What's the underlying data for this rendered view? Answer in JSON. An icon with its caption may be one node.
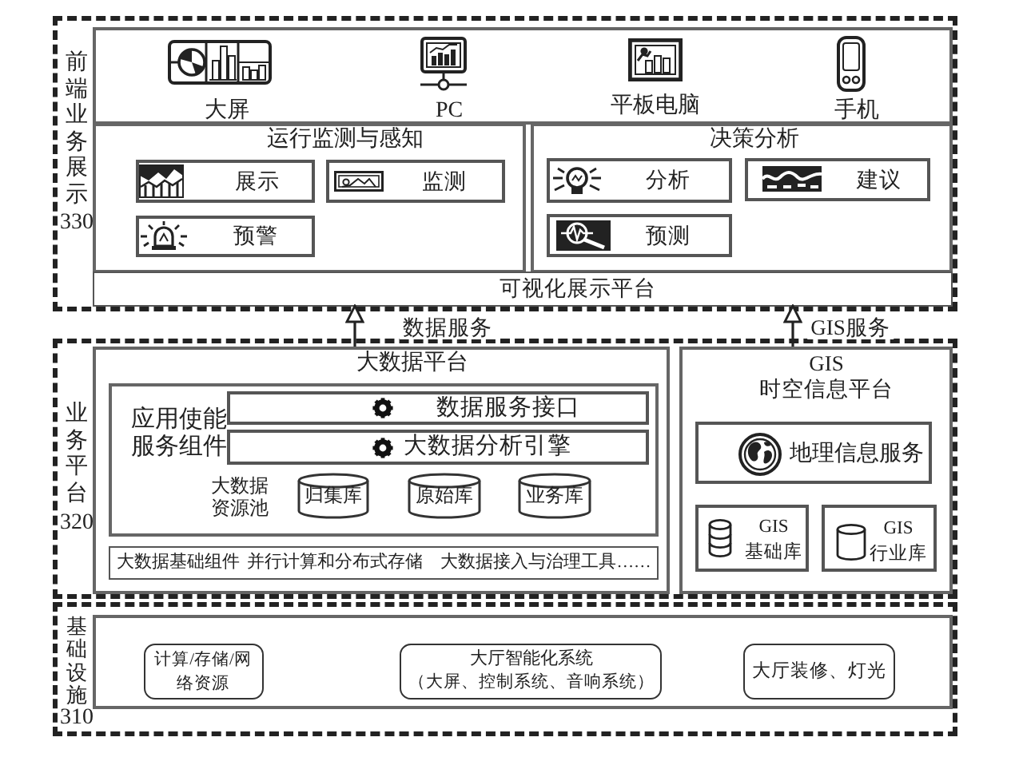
{
  "diagram": {
    "nodes": [
      {
        "text": [
          "前端业务展示",
          "330"
        ]
      },
      {
        "text": [
          "大屏",
          "PC",
          "平板电脑",
          "手机"
        ],
        "in": 0
      },
      {
        "text": [
          "运行监测与感知"
        ],
        "in": 0
      },
      {
        "text": [
          "展示"
        ],
        "in": 2
      },
      {
        "text": [
          "监测"
        ],
        "in": 2
      },
      {
        "text": [
          "预警"
        ],
        "in": 2
      },
      {
        "text": [
          "决策分析"
        ],
        "in": 0
      },
      {
        "text": [
          "分析"
        ],
        "in": 6
      },
      {
        "text": [
          "建议"
        ],
        "in": 6
      },
      {
        "text": [
          "预测"
        ],
        "in": 6
      },
      {
        "text": [
          "可视化展示平台"
        ],
        "in": 0
      },
      {
        "text": [
          "业务平台",
          "320"
        ]
      },
      {
        "text": [
          "大数据平台"
        ],
        "in": 11
      },
      {
        "text": [
          "应用使能服务组件",
          "大数据资源池"
        ],
        "in": 12
      },
      {
        "text": [
          "数据服务接口"
        ],
        "in": 13
      },
      {
        "text": [
          "大数据分析引擎"
        ],
        "in": 13
      },
      {
        "text": [
          "归集库"
        ],
        "in": 13
      },
      {
        "text": [
          "原始库"
        ],
        "in": 13
      },
      {
        "text": [
          "业务库"
        ],
        "in": 13
      },
      {
        "text": [
          "大数据基础组件",
          "并行计算和分布式存储",
          "大数据接入与治理工具……"
        ],
        "in": 12
      },
      {
        "text": [
          "GIS 时空信息平台"
        ],
        "in": 11
      },
      {
        "text": [
          "地理信息服务"
        ],
        "in": 20
      },
      {
        "text": [
          "GIS 基础库"
        ],
        "in": 20
      },
      {
        "text": [
          "GIS 行业库"
        ],
        "in": 20
      },
      {
        "text": [
          "基础设施",
          "310"
        ]
      },
      {
        "text": [],
        "shape": "box",
        "in": 24
      },
      {
        "text": [
          "计算/存储/网络资源"
        ],
        "in": 25
      },
      {
        "text": [
          "大厅智能化系统",
          "（大屏、控制系统、音响系统）"
        ],
        "in": 25
      },
      {
        "text": [
          "大厅装修、灯光"
        ],
        "in": 25
      }
    ],
    "edges": [
      {
        "from": 12,
        "to": 10,
        "arrow": "to",
        "label": "数据服务"
      },
      {
        "from": 20,
        "to": 10,
        "arrow": "to",
        "label": "GIS服务"
      }
    ]
  }
}
